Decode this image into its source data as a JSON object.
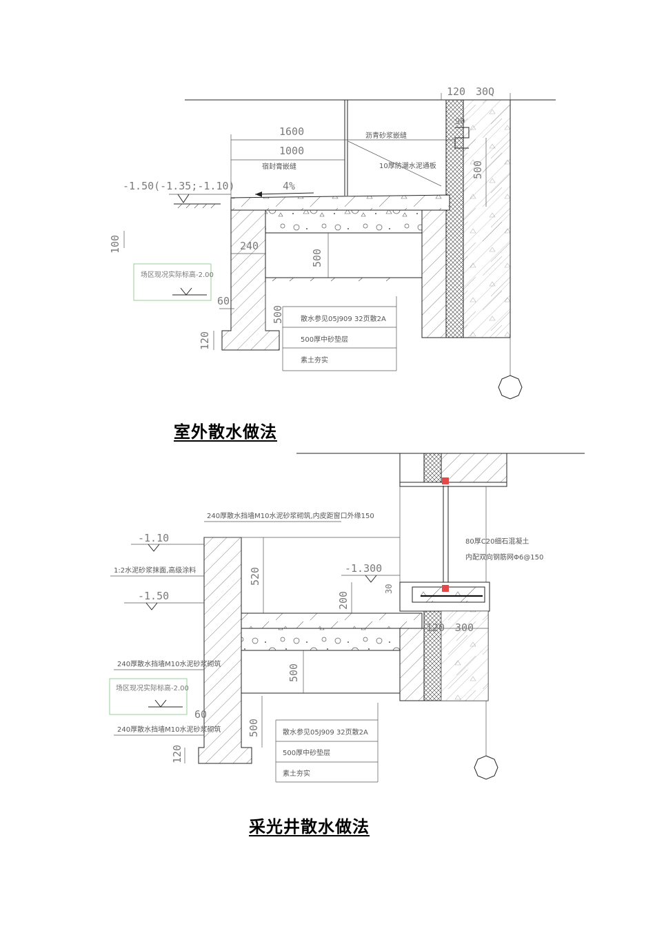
{
  "detail1": {
    "caption": "室外散水做法",
    "dims": {
      "d120": "120",
      "d300": "30Q",
      "d90": "90",
      "d500_wall": "500",
      "d1600": "1600",
      "d1000": "1000",
      "slope": "4%",
      "elev": "-1.50(-1.35;-1.10)",
      "d100": "100",
      "d240": "240",
      "d500a": "500",
      "d60": "60",
      "d500b": "500",
      "d120b": "120"
    },
    "notes": {
      "asphalt": "沥青砂浆嵌缝",
      "joint": "宿封膏嵌缝",
      "board": "10厚防潮水泥通板",
      "ground": "场区现况实际标高-2.00",
      "layer1": "散水参见05J909  32页散2A",
      "layer2": "500厚中砂垫层",
      "layer3": "素土夯实"
    }
  },
  "detail2": {
    "caption": "采光井散水做法",
    "dims": {
      "wall_note": "240厚散水挡墙M10水泥砂浆砌筑,内皮距窗口外缘150",
      "elev1": "-1.10",
      "plaster": "1:2水泥砂浆抹面,高级涂料",
      "elev2": "-1.50",
      "d520": "520",
      "elev3": "-1.300",
      "d30": "30",
      "d200": "200",
      "beam1": "80厚C20细石混凝土",
      "beam2": "内配双向钢筋网Φ6@150",
      "d120": "120",
      "d300": "300",
      "d500a": "500",
      "d60": "60",
      "d500b": "500",
      "d120b": "120"
    },
    "notes": {
      "wall1": "240厚散水挡墙M10水泥砂浆砌筑",
      "ground": "场区现况实际标高-2.00",
      "wall2": "240厚散水挡墙M10水泥砂浆砌筑",
      "layer1": "散水参见05J909  32页散2A",
      "layer2": "500厚中砂垫层",
      "layer3": "素土夯实"
    }
  }
}
